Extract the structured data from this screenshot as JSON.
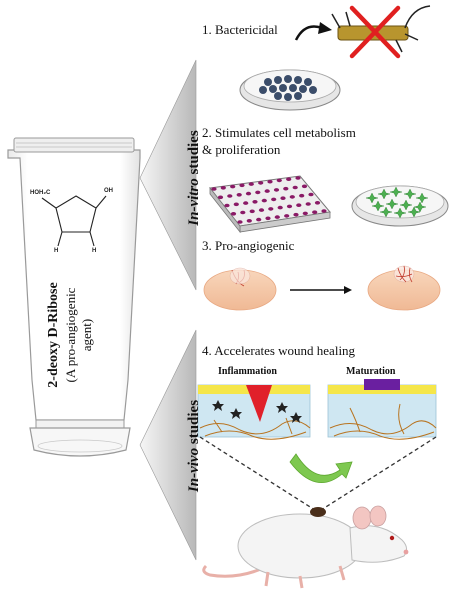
{
  "tube": {
    "title": "2-deoxy D-Ribose",
    "subtitle_line1": "(A pro-angiogenic",
    "subtitle_line2": "agent)",
    "formula": {
      "group_left": "HOH₂C",
      "group_right": "OH",
      "h_left": "H",
      "h_right": "H"
    }
  },
  "sections": {
    "in_vitro": {
      "italic": "In-vitro",
      "rest": " studies"
    },
    "in_vivo": {
      "italic": "In-vivo",
      "rest": " studies"
    }
  },
  "steps": [
    {
      "label": "1. Bactericidal"
    },
    {
      "label_line1": "2. Stimulates cell metabolism",
      "label_line2": "& proliferation"
    },
    {
      "label": "3. Pro-angiogenic"
    },
    {
      "label": "4. Accelerates wound healing"
    }
  ],
  "wound": {
    "left_label": "Inflammation",
    "right_label": "Maturation"
  },
  "colors": {
    "tube_outline": "#9a9a9a",
    "arrow_green": "#7ec850",
    "skin": "#f5c9a8",
    "tissue_blue": "#cfe7f2",
    "scab_yellow": "#f5e64a",
    "wound_red": "#e0202a",
    "maturation_purple": "#6a1fa0",
    "bacteria_x": "#e02020"
  }
}
